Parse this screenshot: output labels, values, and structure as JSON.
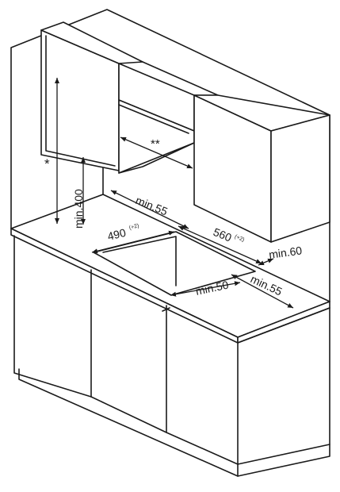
{
  "labels": {
    "asterisk": "*",
    "double_asterisk": "**",
    "min400": "min.400",
    "min55_top": "min.55",
    "w490": "490",
    "w490_tol": "(+2)",
    "w560": "560",
    "w560_tol": "(+2)",
    "min60": "min.60",
    "min50": "min.50",
    "min55_right": "min.55"
  },
  "colors": {
    "line": "#1a1a1a",
    "background": "#ffffff"
  }
}
